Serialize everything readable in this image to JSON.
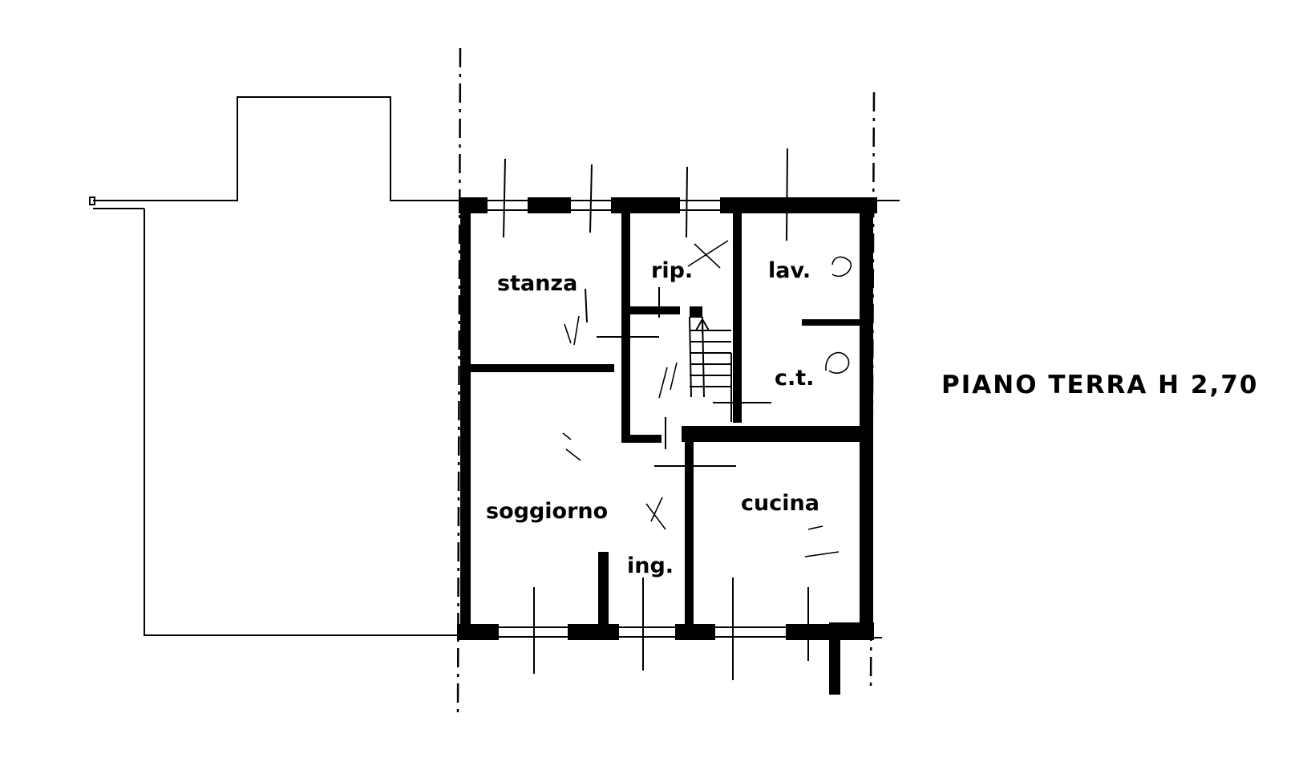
{
  "rooms": {
    "stanza": "stanza",
    "rip": "rip.",
    "lav": "lav.",
    "ct": "c.t.",
    "soggiorno": "soggiorno",
    "ing": "ing.",
    "cucina": "cucina"
  },
  "title": "PIANO TERRA H 2,70"
}
